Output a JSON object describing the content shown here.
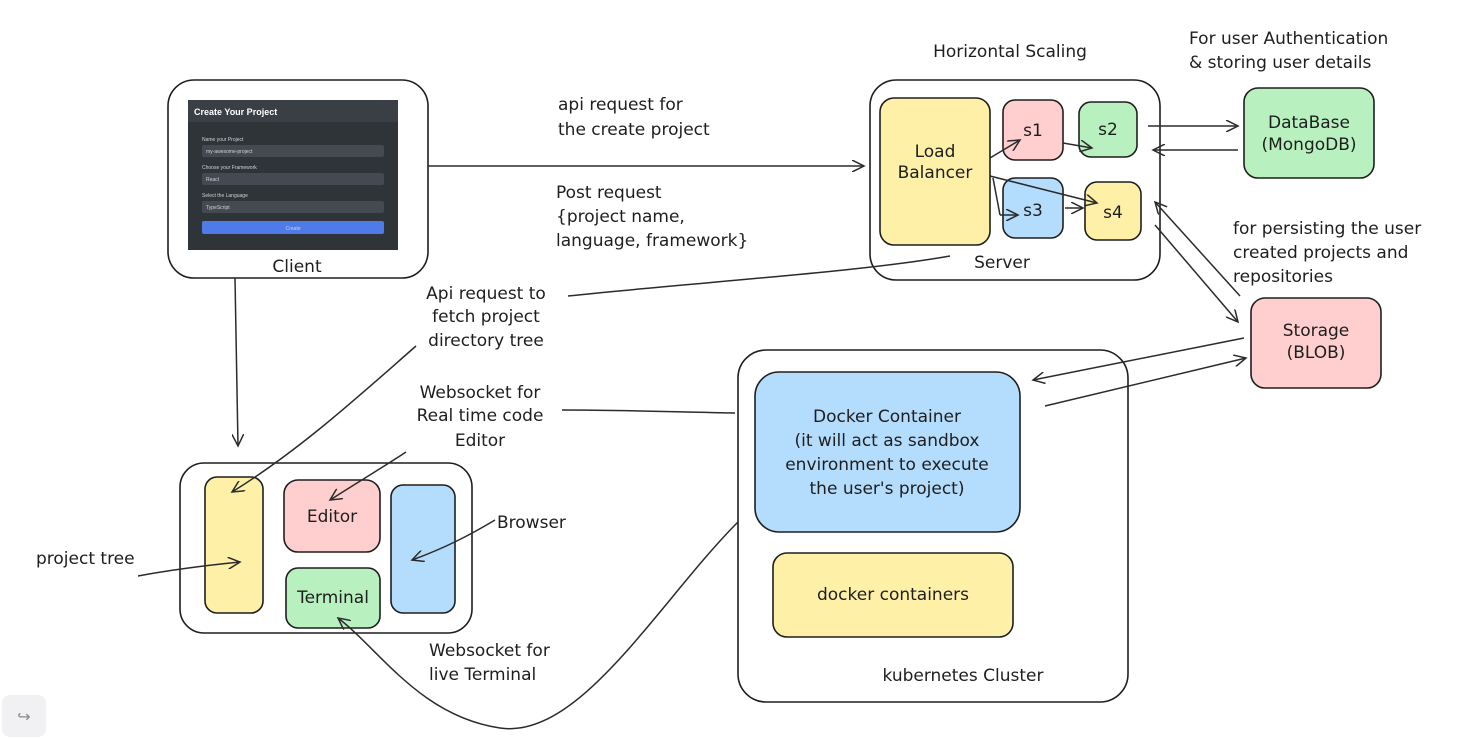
{
  "labels": {
    "horizontal_scaling": "Horizontal Scaling",
    "auth_note_line1": "For user Authentication",
    "auth_note_line2": "& storing user details",
    "api_create_line1": "api request for",
    "api_create_line2": "the create project",
    "post_line1": "Post request",
    "post_line2": "{project name,",
    "post_line3": "language, framework}",
    "persist_line1": "for persisting the user",
    "persist_line2": "created projects and",
    "persist_line3": "repositories",
    "api_tree_line1": "Api request to",
    "api_tree_line2": "fetch project",
    "api_tree_line3": "directory tree",
    "ws_editor_line1": "Websocket for",
    "ws_editor_line2": "Real time code",
    "ws_editor_line3": "Editor",
    "browser": "Browser",
    "project_tree": "project tree",
    "ws_terminal_line1": "Websocket for",
    "ws_terminal_line2": "live Terminal",
    "client": "Client",
    "server": "Server",
    "kubernetes": "kubernetes Cluster"
  },
  "nodes": {
    "load_balancer_line1": "Load",
    "load_balancer_line2": "Balancer",
    "s1": "s1",
    "s2": "s2",
    "s3": "s3",
    "s4": "s4",
    "database_line1": "DataBase",
    "database_line2": "(MongoDB)",
    "storage_line1": "Storage",
    "storage_line2": "(BLOB)",
    "docker_line1": "Docker Container",
    "docker_line2": "(it will act as sandbox",
    "docker_line3": "environment to execute",
    "docker_line4": "the user's project)",
    "docker_containers": "docker containers",
    "editor": "Editor",
    "terminal": "Terminal"
  },
  "client_ui": {
    "title": "Create Your Project",
    "field1_label": "Name your Project",
    "field1_placeholder": "my-awesome-project",
    "field2_label": "Choose your Framework",
    "field2_value": "React",
    "field3_label": "Select the Language",
    "field3_value": "TypeScript",
    "create_button": "Create"
  },
  "colors": {
    "yellow": "#fff0a8",
    "red": "#ffcfcf",
    "green": "#b9f0c0",
    "blue": "#b4dcfc",
    "dark_panel": "#2f3439"
  },
  "toolbar": {
    "undo_icon": "↪"
  }
}
